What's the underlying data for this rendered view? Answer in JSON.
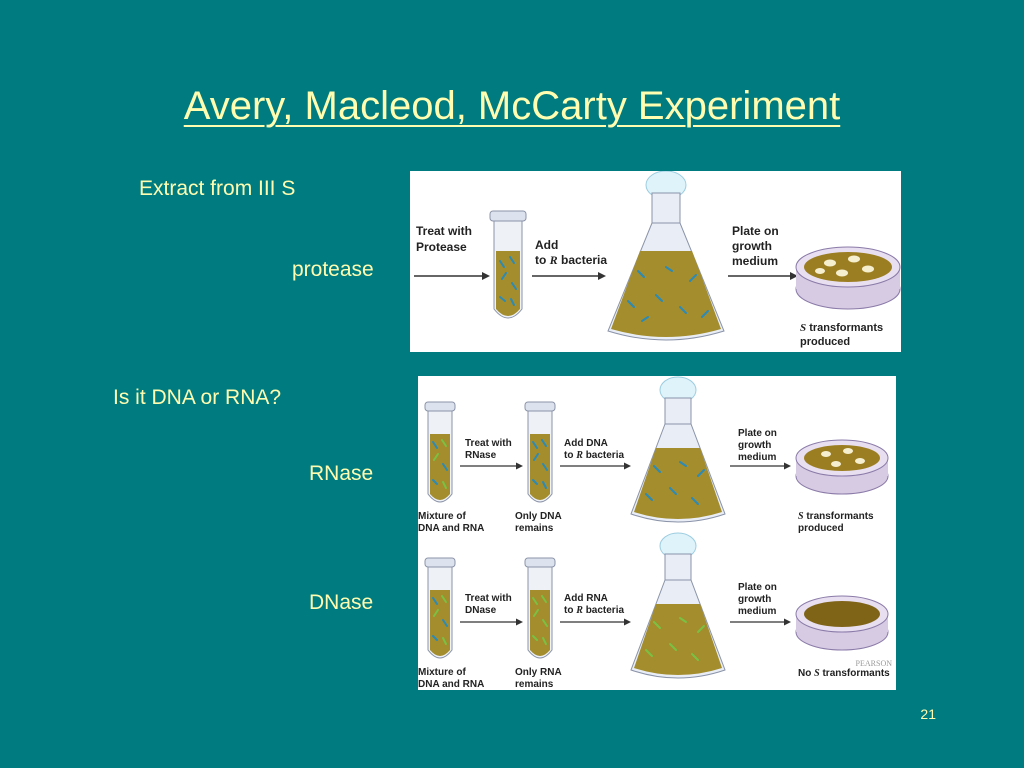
{
  "slide": {
    "title": "Avery, Macleod, McCarty Experiment",
    "labels": {
      "extract": "Extract from III S",
      "protease": "protease",
      "question": "Is it DNA or RNA?",
      "rnase": "RNase",
      "dnase": "DNase"
    },
    "page_number": "21"
  },
  "figure_top": {
    "treat": [
      "Treat with",
      "Protease"
    ],
    "add": [
      "Add",
      "to",
      "R",
      "bacteria"
    ],
    "plate": [
      "Plate on",
      "growth",
      "medium"
    ],
    "result": [
      "S",
      "transformants",
      "produced"
    ]
  },
  "figure_rnase": {
    "mixture": [
      "Mixture of",
      "DNA and RNA"
    ],
    "treat": [
      "Treat with",
      "RNase"
    ],
    "remains": [
      "Only DNA",
      "remains"
    ],
    "add": [
      "Add DNA",
      "to",
      "R",
      "bacteria"
    ],
    "plate": [
      "Plate on",
      "growth",
      "medium"
    ],
    "result": [
      "S",
      "transformants",
      "produced"
    ]
  },
  "figure_dnase": {
    "mixture": [
      "Mixture of",
      "DNA and RNA"
    ],
    "treat": [
      "Treat with",
      "DNase"
    ],
    "remains": [
      "Only RNA",
      "remains"
    ],
    "add": [
      "Add RNA",
      "to",
      "R",
      "bacteria"
    ],
    "plate": [
      "Plate on",
      "growth",
      "medium"
    ],
    "result": [
      "No",
      "S",
      "transformants"
    ],
    "publisher": "PEARSON"
  }
}
